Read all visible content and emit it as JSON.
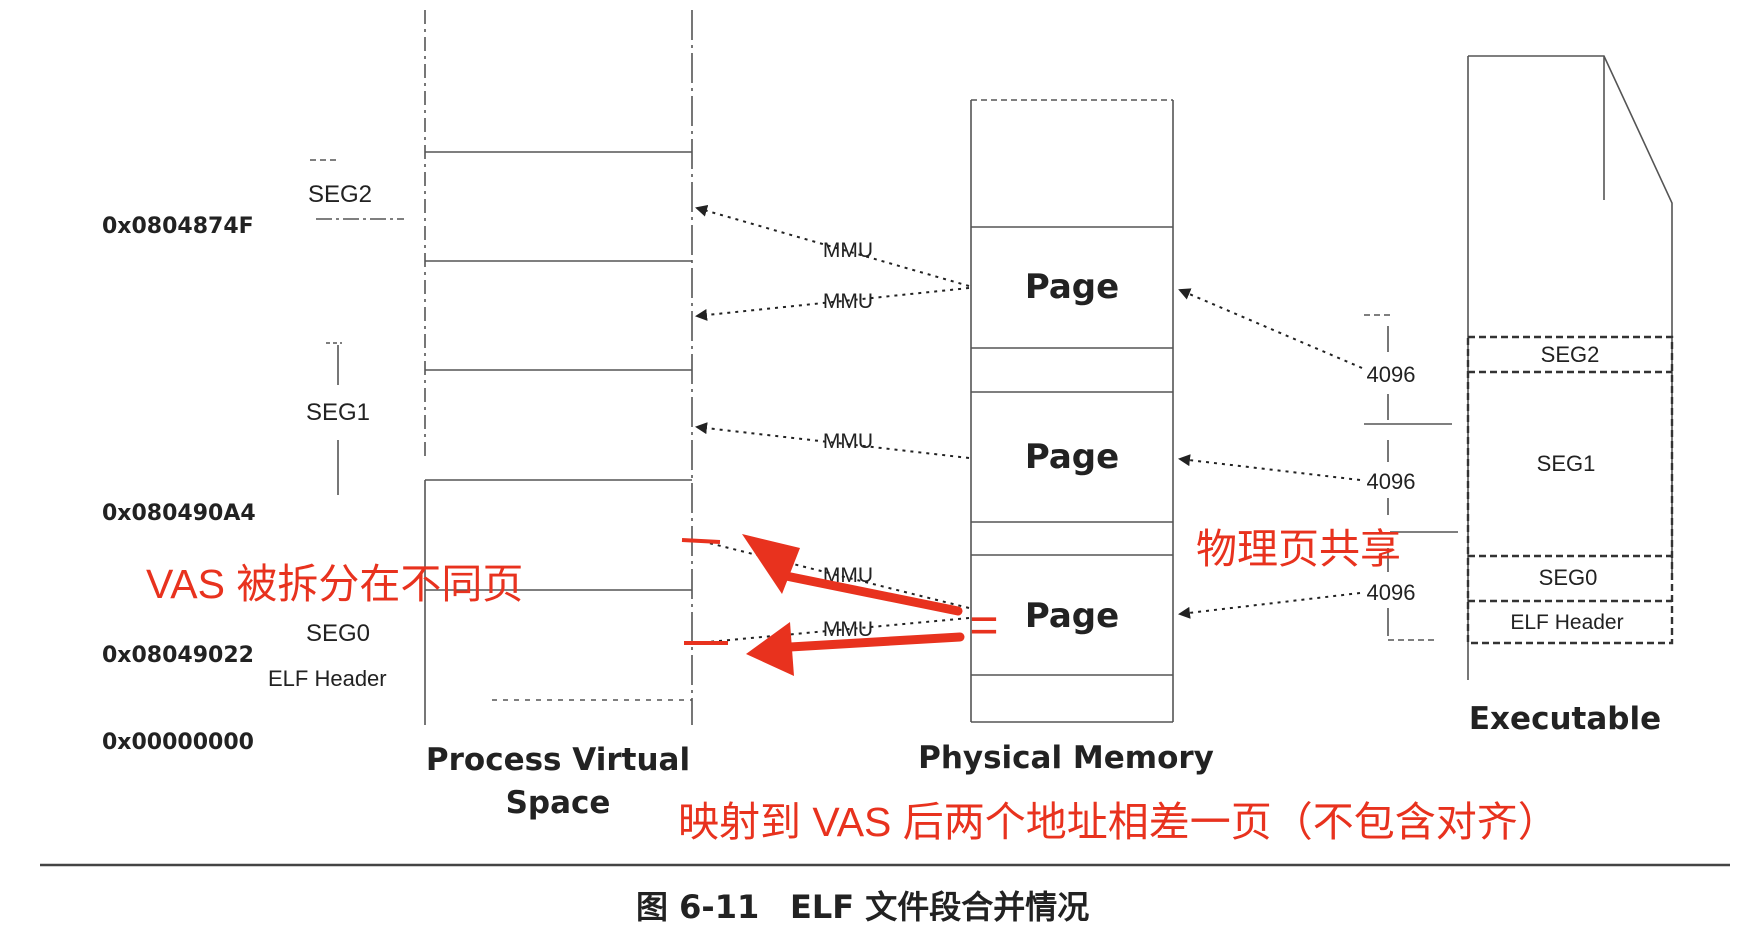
{
  "addresses": {
    "a1": "0x0804874F",
    "a2": "0x080490A4",
    "a3": "0x08049022",
    "a4": "0x00000000"
  },
  "virtual_space": {
    "title_line1": "Process Virtual",
    "title_line2": "Space",
    "seg2": "SEG2",
    "seg1": "SEG1",
    "seg0": "SEG0",
    "elf_header": "ELF Header"
  },
  "physical_memory": {
    "title": "Physical Memory",
    "page1": "Page",
    "page2": "Page",
    "page3": "Page"
  },
  "executable": {
    "title": "Executable",
    "seg2": "SEG2",
    "seg1": "SEG1",
    "seg0": "SEG0",
    "elf_header": "ELF Header",
    "size1": "4096",
    "size2": "4096",
    "size3": "4096"
  },
  "mmu_labels": {
    "m1": "MMU",
    "m2": "MMU",
    "m3": "MMU",
    "m4": "MMU",
    "m5": "MMU"
  },
  "annotations": {
    "vas_split": "VAS 被拆分在不同页",
    "shared_page": "物理页共享",
    "mapped_diff": "映射到 VAS 后两个地址相差一页（不包含对齐）",
    "equals": "="
  },
  "caption": {
    "figure_no": "图 6-11",
    "figure_title": "ELF 文件段合并情况"
  },
  "colors": {
    "annotation_red": "#e8321e",
    "line_gray": "#555555",
    "text_dark": "#222222"
  }
}
